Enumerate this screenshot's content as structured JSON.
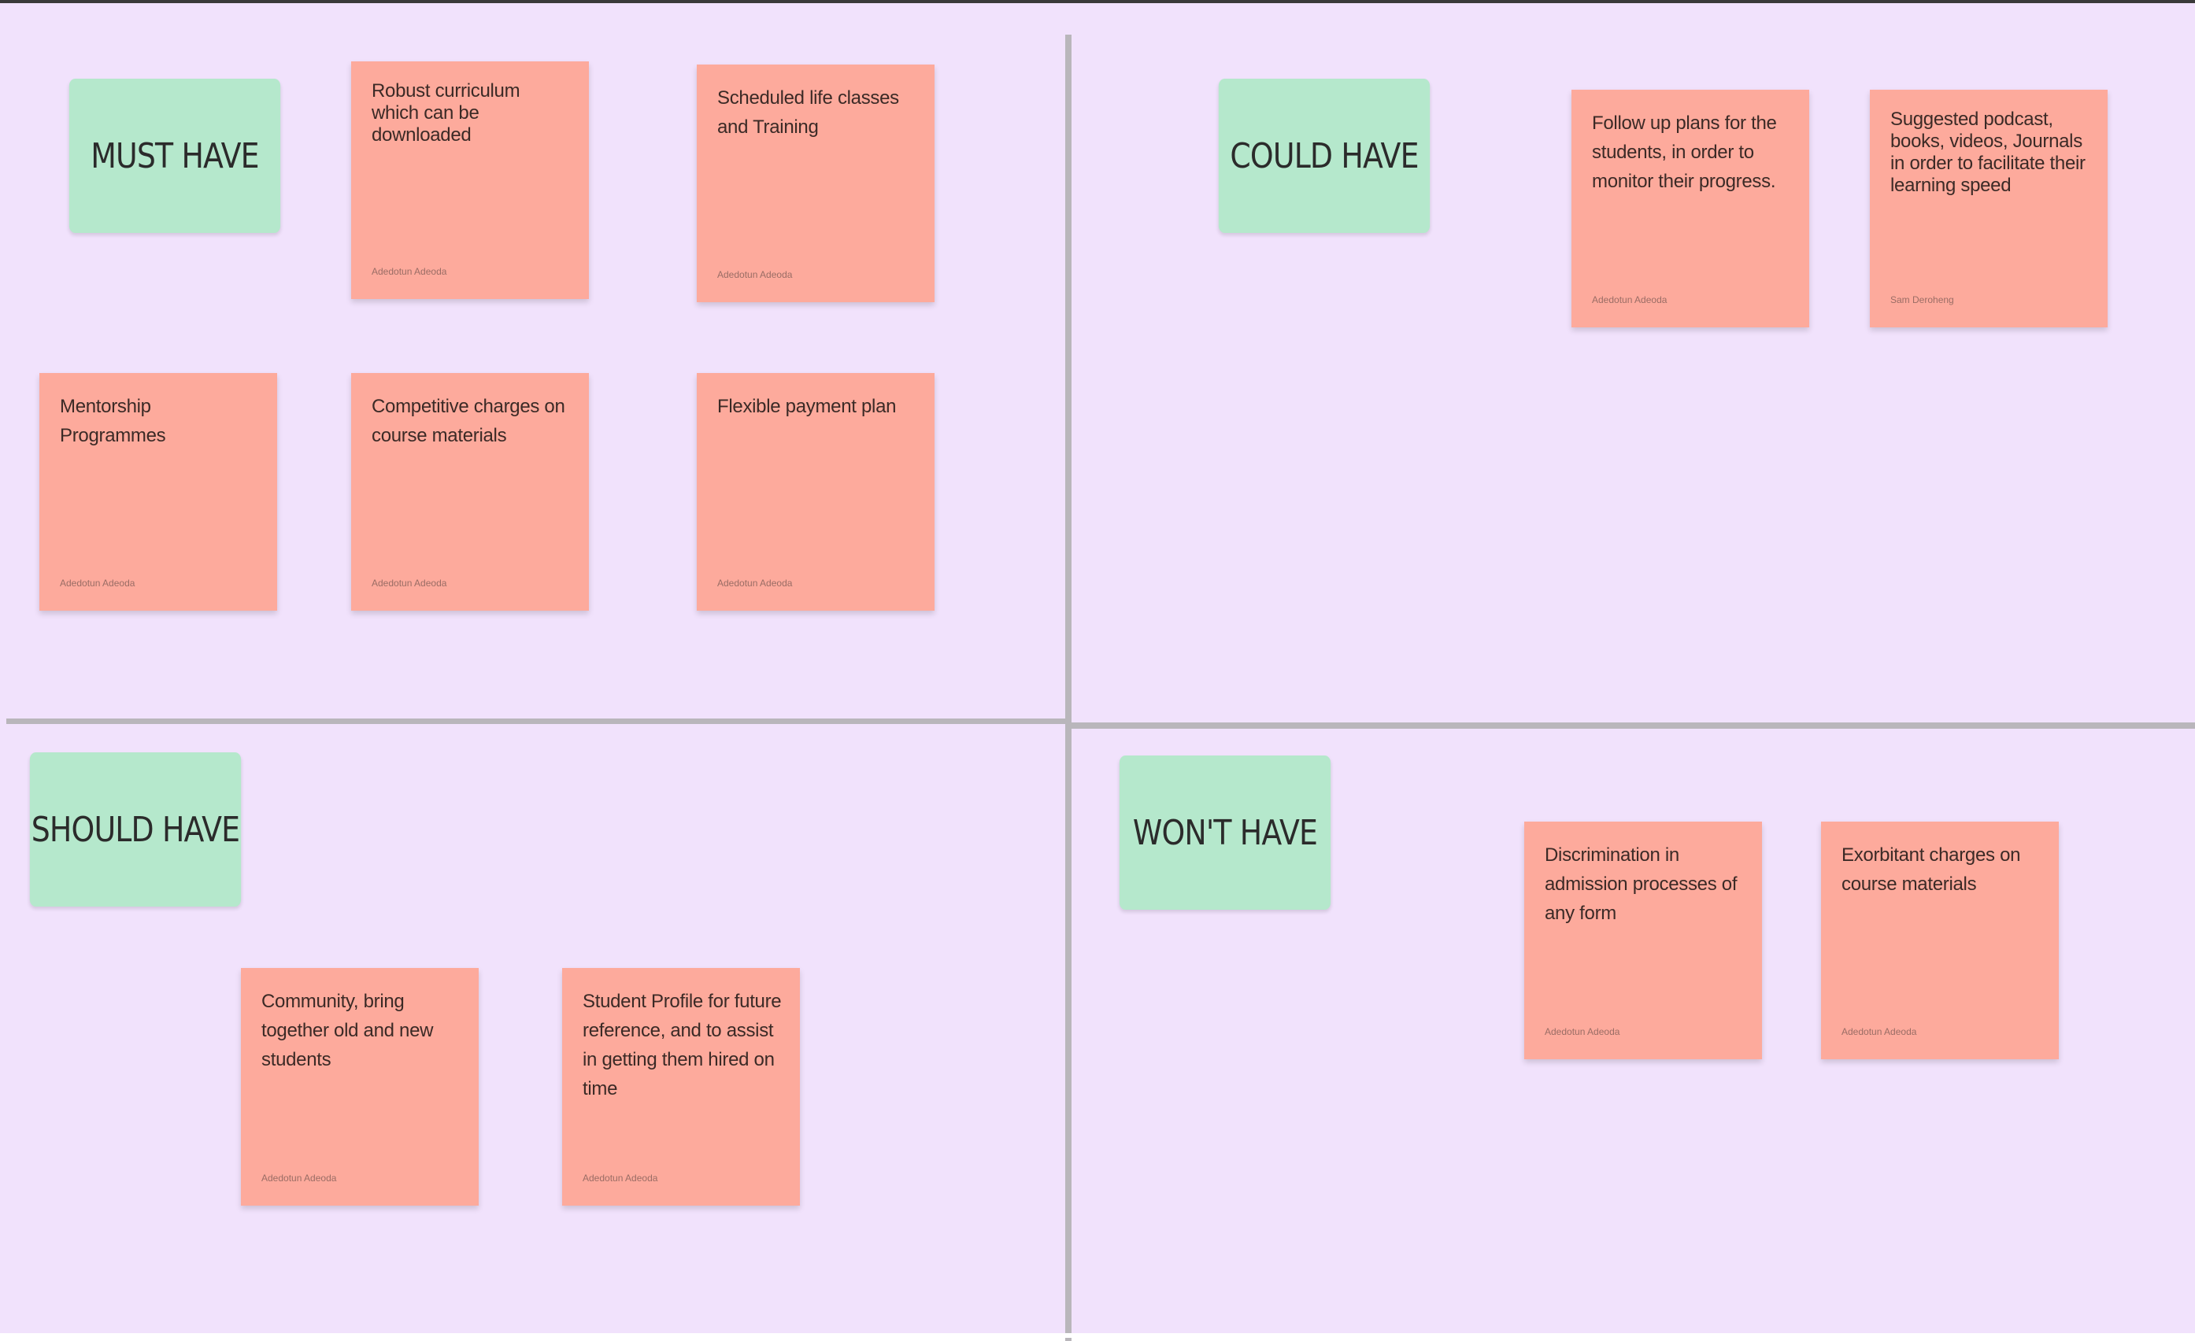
{
  "quadrants": {
    "must_have": {
      "label": "MUST HAVE",
      "notes": [
        {
          "text": "Robust curriculum which can be downloaded",
          "author": "Adedotun Adeoda"
        },
        {
          "text": "Scheduled life classes and Training",
          "author": "Adedotun Adeoda"
        },
        {
          "text": "Mentorship Programmes",
          "author": "Adedotun Adeoda"
        },
        {
          "text": "Competitive charges on course materials",
          "author": "Adedotun Adeoda"
        },
        {
          "text": "Flexible payment plan",
          "author": "Adedotun Adeoda"
        }
      ]
    },
    "could_have": {
      "label": "COULD HAVE",
      "notes": [
        {
          "text": "Follow up plans for the students, in order to monitor their progress.",
          "author": "Adedotun Adeoda"
        },
        {
          "text": "Suggested podcast, books, videos, Journals in order to facilitate their learning speed",
          "author": "Sam Deroheng"
        }
      ]
    },
    "should_have": {
      "label": "SHOULD HAVE",
      "notes": [
        {
          "text": "Community, bring together old and new students",
          "author": "Adedotun Adeoda"
        },
        {
          "text": "Student Profile for future reference, and to assist in getting them hired on time",
          "author": "Adedotun Adeoda"
        }
      ]
    },
    "wont_have": {
      "label": "WON'T HAVE",
      "notes": [
        {
          "text": "Discrimination in admission processes of any form",
          "author": "Adedotun Adeoda"
        },
        {
          "text": "Exorbitant charges on course materials",
          "author": "Adedotun Adeoda"
        }
      ]
    }
  },
  "colors": {
    "board": "#f1e2fc",
    "label": "#b5e8cc",
    "note": "#fdaa9c",
    "divider": "#b9b6bb"
  }
}
